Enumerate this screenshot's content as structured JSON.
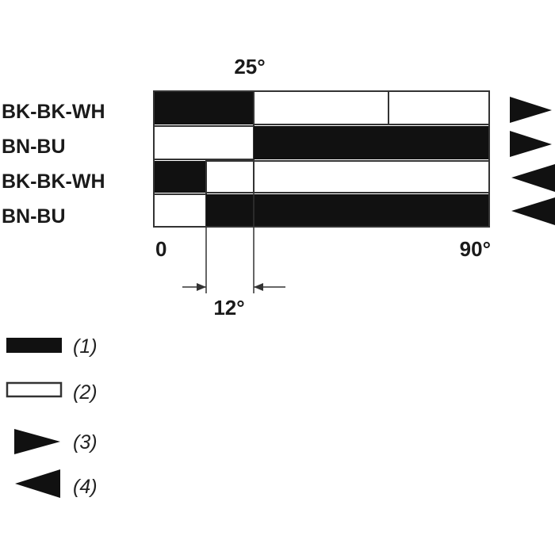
{
  "colors": {
    "on": "#111111",
    "off": "#ffffff",
    "line": "#333333"
  },
  "angles": {
    "top": "25°",
    "start": "0",
    "end": "90°",
    "delta": "12°"
  },
  "rows": [
    {
      "label": "BK-BK-WH",
      "direction": "right"
    },
    {
      "label": "BN-BU",
      "direction": "right"
    },
    {
      "label": "BK-BK-WH",
      "direction": "left"
    },
    {
      "label": "BN-BU",
      "direction": "left"
    }
  ],
  "legend": [
    {
      "symbol": "black-bar",
      "text": "(1)"
    },
    {
      "symbol": "white-bar",
      "text": "(2)"
    },
    {
      "symbol": "right-arrow",
      "text": "(3)"
    },
    {
      "symbol": "left-arrow",
      "text": "(4)"
    }
  ]
}
